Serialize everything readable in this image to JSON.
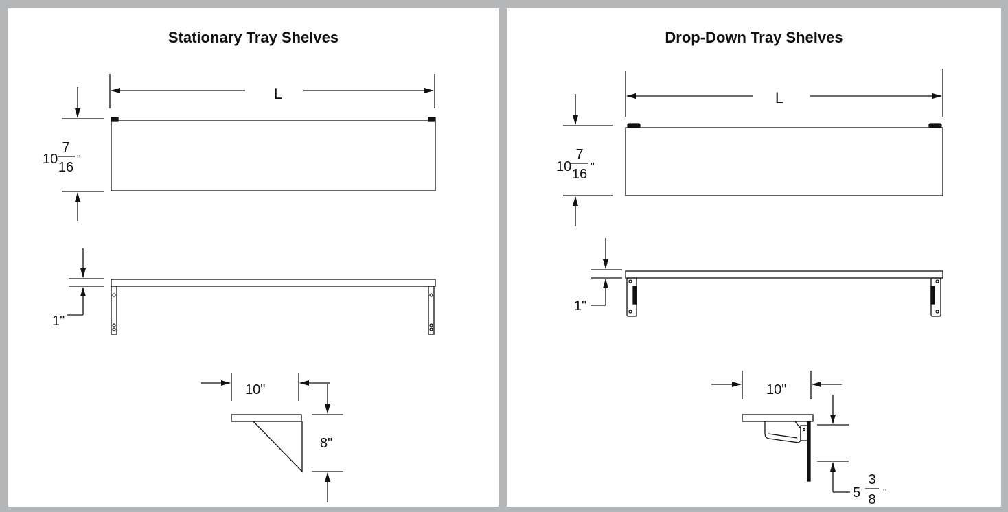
{
  "stationary": {
    "title": "Stationary Tray Shelves",
    "length_label": "L",
    "height_whole": "10",
    "height_num": "7",
    "height_den": "16",
    "height_unit": "\"",
    "thickness_label": "1\"",
    "depth_label": "10\"",
    "bracket_height_label": "8\""
  },
  "dropdown": {
    "title": "Drop-Down Tray Shelves",
    "length_label": "L",
    "height_whole": "10",
    "height_num": "7",
    "height_den": "16",
    "height_unit": "\"",
    "thickness_label": "1\"",
    "depth_label": "10\"",
    "bracket_drop_whole": "5",
    "bracket_drop_num": "3",
    "bracket_drop_den": "8",
    "bracket_drop_unit": "\""
  }
}
